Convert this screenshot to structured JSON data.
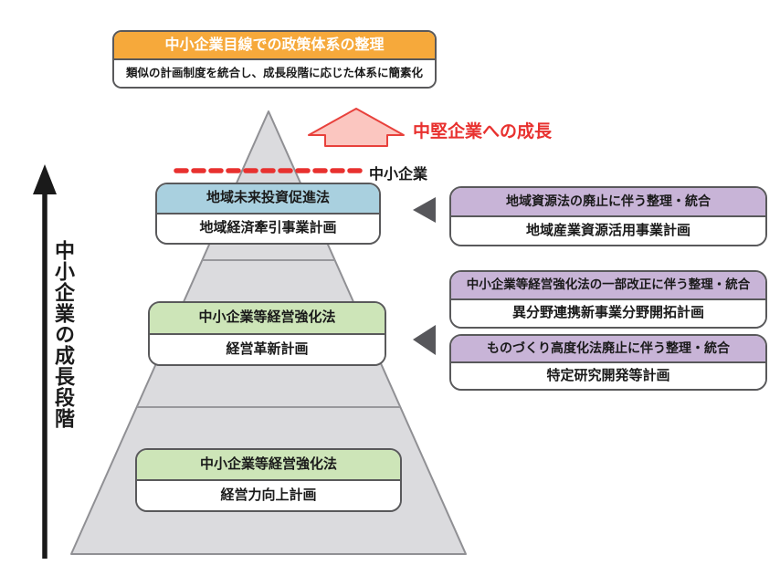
{
  "title_box": {
    "title": "中小企業目線での政策体系の整理",
    "subtitle": "類似の計画制度を統合し、成長段階に応じた体系に簡素化"
  },
  "left_axis": {
    "label": "中小企業の成長段階"
  },
  "growth_arrow": {
    "label": "中堅企業への成長"
  },
  "sme_boundary": {
    "label": "中小企業"
  },
  "pyramid": {
    "tiers": [
      {
        "law": "地域未来投資促進法",
        "plan": "地域経済牽引事業計画"
      },
      {
        "law": "中小企業等経営強化法",
        "plan": "経営革新計画"
      },
      {
        "law": "中小企業等経営強化法",
        "plan": "経営力向上計画"
      }
    ]
  },
  "integrations": [
    {
      "note": "地域資源法の廃止に伴う整理・統合",
      "plan": "地域産業資源活用事業計画"
    },
    {
      "note": "中小企業等経営強化法の一部改正に伴う整理・統合",
      "plan": "異分野連携新事業分野開拓計画"
    },
    {
      "note": "ものづくり高度化法廃止に伴う整理・統合",
      "plan": "特定研究開発等計画"
    }
  ],
  "colors": {
    "orange_header": "#F6A93B",
    "blue_header": "#A9D0DF",
    "green_header": "#CDE5B8",
    "purple_header": "#C8B4D7",
    "pyramid_fill": "#DBDBDE",
    "pyramid_stroke": "#909094",
    "box_border": "#59595B",
    "red_accent": "#E8312F",
    "pink_arrow_fill": "#FBC6C0",
    "gray_arrow": "#57575B"
  }
}
